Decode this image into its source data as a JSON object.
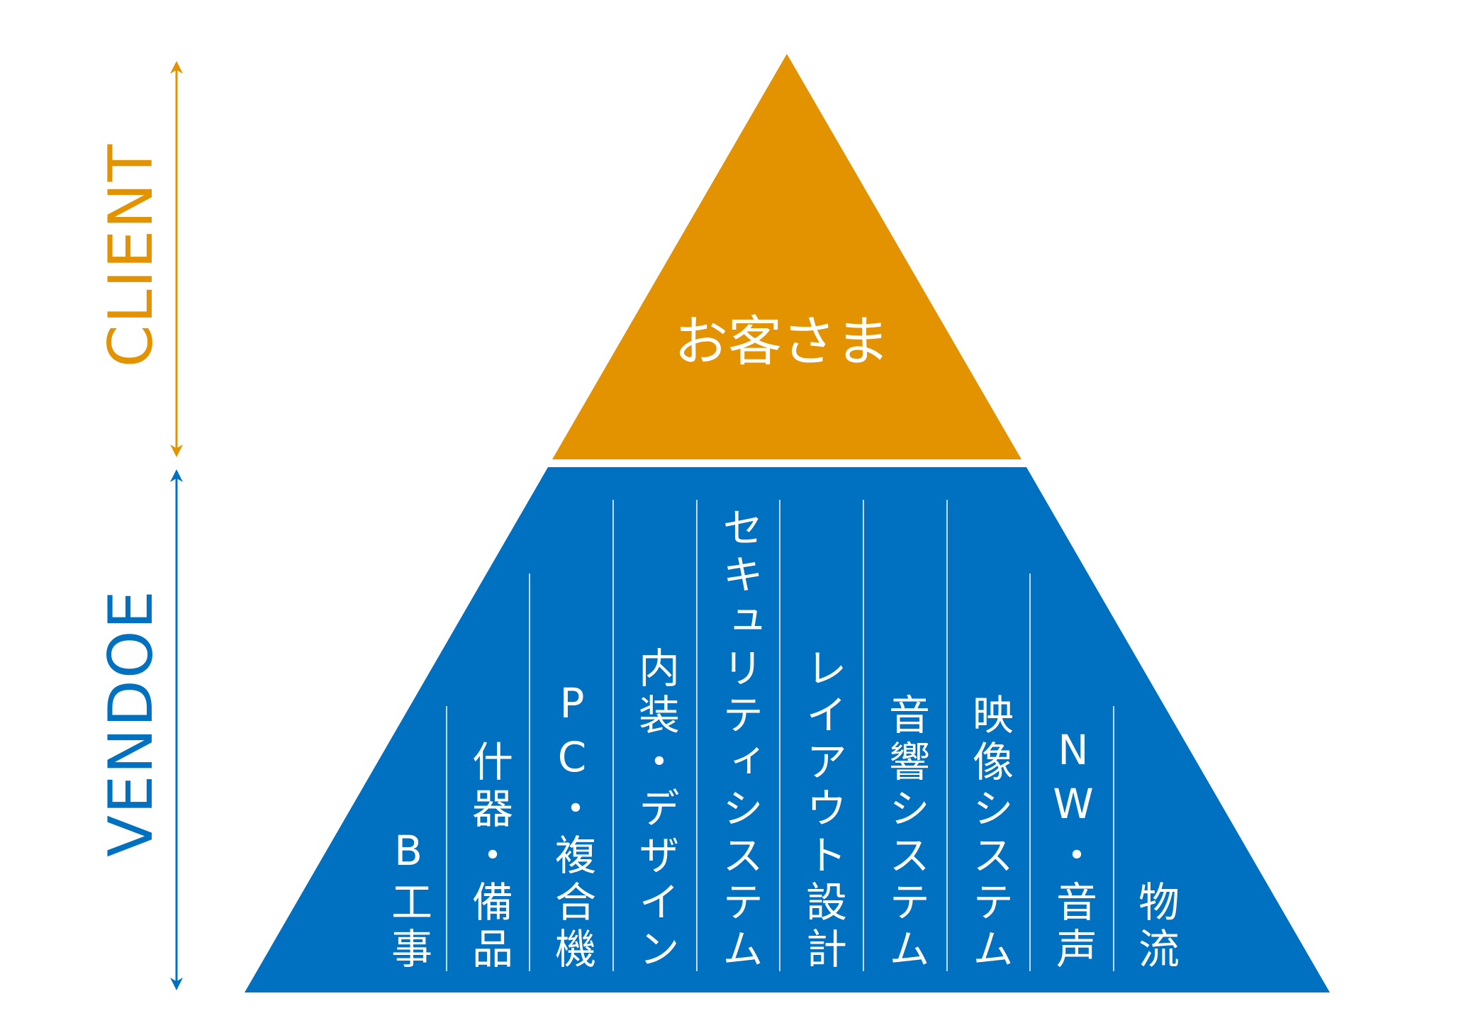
{
  "colors": {
    "client": "#E39200",
    "vendor": "#0070C0"
  },
  "axis": {
    "client_label": "CLIENT",
    "vendor_label": "VENDOE"
  },
  "apex": {
    "label": "お客さま"
  },
  "vendors": [
    "B工事",
    "什器・備品",
    "PC・複合機",
    "内装・デザイン",
    "セキュリティシステム",
    "レイアウト設計",
    "音響システム",
    "映像システム",
    "NW・音声",
    "物流"
  ]
}
